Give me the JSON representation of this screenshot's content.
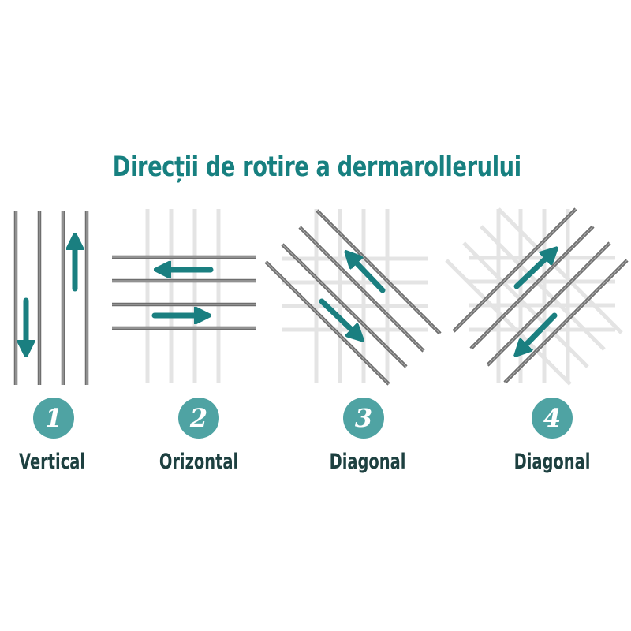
{
  "title": "Direcții de rotire a dermarollerului",
  "colors": {
    "title": "#178080",
    "arrow": "#1a7f80",
    "badge": "#4fa3a3",
    "label": "#1d4040",
    "line_dark": "#6e6e6e",
    "line_faint": "#e4e4e4"
  },
  "steps": [
    {
      "number": "1",
      "label": "Vertical",
      "direction": "vertical",
      "arrows": [
        "down",
        "up"
      ]
    },
    {
      "number": "2",
      "label": "Orizontal",
      "direction": "horizontal",
      "arrows": [
        "left",
        "right"
      ]
    },
    {
      "number": "3",
      "label": "Diagonal",
      "direction": "diagonal-down-right",
      "arrows": [
        "up-left",
        "down-right"
      ]
    },
    {
      "number": "4",
      "label": "Diagonal",
      "direction": "diagonal-up-right",
      "arrows": [
        "up-right",
        "down-left"
      ]
    }
  ]
}
